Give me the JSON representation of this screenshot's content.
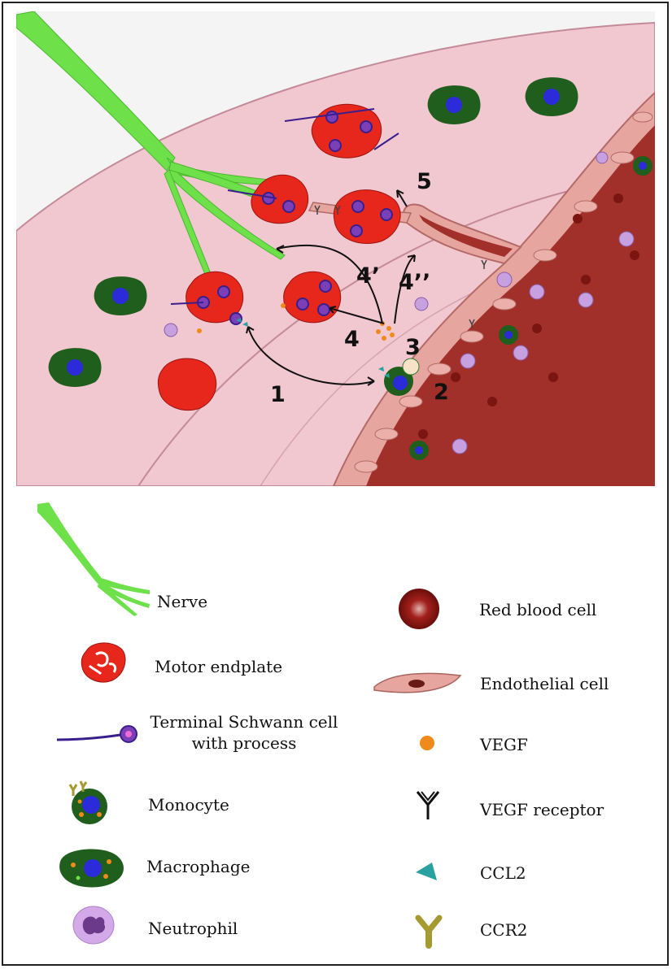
{
  "diagram": {
    "steps": {
      "s1": "1",
      "s2": "2",
      "s3": "3",
      "s4": "4",
      "s4p": "4’",
      "s4pp": "4’’",
      "s5": "5"
    }
  },
  "legend": {
    "nerve": "Nerve",
    "motor_endplate": "Motor endplate",
    "schwann_line1": "Terminal Schwann cell",
    "schwann_line2": "with process",
    "monocyte": "Monocyte",
    "macrophage": "Macrophage",
    "neutrophil": "Neutrophil",
    "red_blood_cell": "Red blood cell",
    "endothelial_cell": "Endothelial cell",
    "vegf": "VEGF",
    "vegf_receptor": "VEGF receptor",
    "ccl2": "CCL2",
    "ccr2": "CCR2"
  },
  "colors": {
    "tissue": "#f2c9d2",
    "tissue_stroke": "#c98a9a",
    "vessel_wall": "#e8a59f",
    "vessel_lumen": "#a0302b",
    "rbc": "#7a1512",
    "nerve": "#6de04a",
    "endplate": "#e8271c",
    "schwann": "#3a1f8c",
    "macrophage": "#1f5e1c",
    "nucleus": "#2b2bd9",
    "neutrophil": "#c7a0e0",
    "vegf": "#f08a1a",
    "ccl2": "#2aa1a1",
    "ccr2": "#a49a30"
  },
  "icons": [
    "nerve-icon",
    "motor-endplate-icon",
    "schwann-cell-icon",
    "monocyte-icon",
    "macrophage-icon",
    "neutrophil-icon",
    "red-blood-cell-icon",
    "endothelial-cell-icon",
    "vegf-icon",
    "vegf-receptor-icon",
    "ccl2-icon",
    "ccr2-icon"
  ]
}
